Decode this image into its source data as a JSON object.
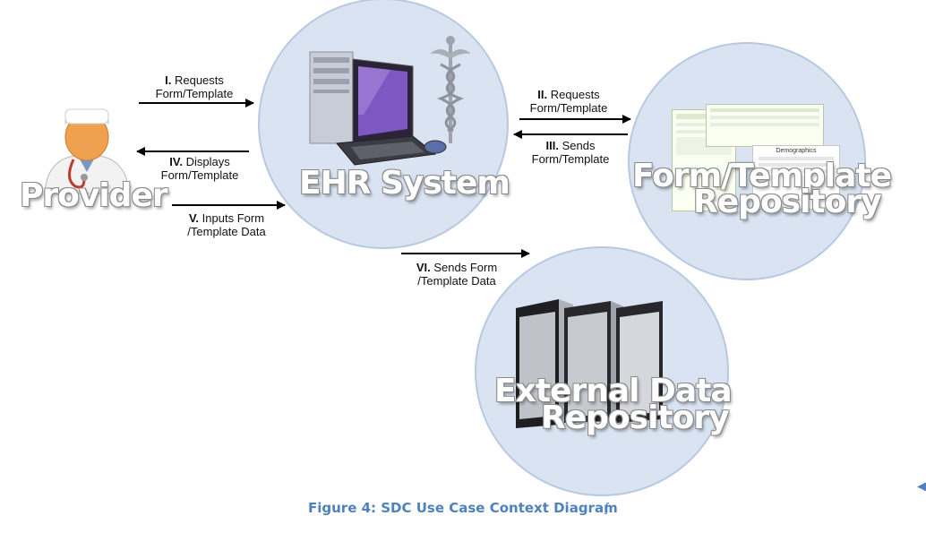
{
  "nodes": {
    "provider": "Provider",
    "ehr": "EHR System",
    "form_repo_line1": "Form/Template",
    "form_repo_line2": "Repository",
    "ext_repo_line1": "External Data",
    "ext_repo_line2": "Repository"
  },
  "arrows": {
    "a1_num": "I.",
    "a1_l1": "Requests",
    "a1_l2": "Form/Template",
    "a2_num": "II.",
    "a2_l1": "Requests",
    "a2_l2": "Form/Template",
    "a3_num": "III.",
    "a3_l1": "Sends",
    "a3_l2": "Form/Template",
    "a4_num": "IV.",
    "a4_l1": "Displays",
    "a4_l2": "Form/Template",
    "a5_num": "V.",
    "a5_l1": "Inputs Form",
    "a5_l2": "/Template Data",
    "a6_num": "VI.",
    "a6_l1": "Sends Form",
    "a6_l2": "/Template Data"
  },
  "form_snippet_title": "Demographics",
  "caption": "Figure 4: SDC Use Case Context Diagram",
  "colors": {
    "circle_fill": "#d9e3f1",
    "circle_border": "#b7c9e1",
    "caption": "#4f81bd"
  },
  "icons": [
    "provider-doctor-icon",
    "ehr-computer-icon",
    "caduceus-icon",
    "form-screenshots-icon",
    "server-rack-icon"
  ]
}
